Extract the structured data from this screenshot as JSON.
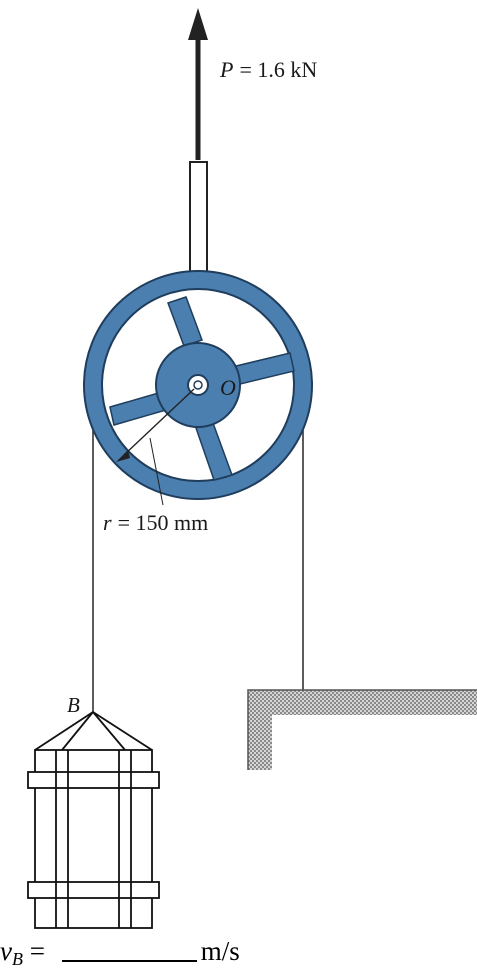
{
  "labels": {
    "force": "P = 1.6 kN",
    "force_symbol": "P",
    "force_value": "= 1.6 kN",
    "center": "O",
    "radius_symbol": "r",
    "radius_value": "= 150 mm",
    "point": "B"
  },
  "answer": {
    "var_main": "v",
    "var_sub": "B",
    "equals": "=",
    "unit": "m/s"
  },
  "colors": {
    "wheel": "#4b7fb0",
    "wheel_dark": "#1f3d5c",
    "rope": "#333333",
    "ground": "#9a9a9a"
  }
}
